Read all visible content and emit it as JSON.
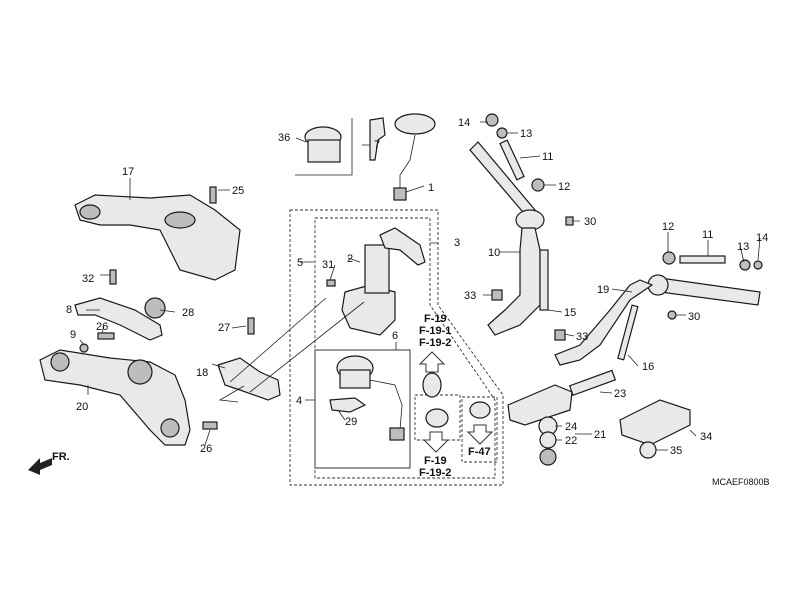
{
  "diagram": {
    "part_numbers": [
      "1",
      "2",
      "3",
      "4",
      "5",
      "6",
      "7",
      "8",
      "9",
      "10",
      "11",
      "12",
      "13",
      "14",
      "15",
      "16",
      "17",
      "18",
      "19",
      "20",
      "21",
      "22",
      "23",
      "24",
      "25",
      "26",
      "27",
      "28",
      "29",
      "30",
      "31",
      "32",
      "33",
      "34",
      "35",
      "36"
    ],
    "references": {
      "ref_a_line1": "F-19",
      "ref_a_line2": "F-19-1",
      "ref_a_line3": "F-19-2",
      "ref_b_line1": "F-19",
      "ref_b_line2": "F-19-2",
      "ref_c": "F-47"
    },
    "direction_label": "FR.",
    "drawing_code": "MCAEF0800B"
  }
}
